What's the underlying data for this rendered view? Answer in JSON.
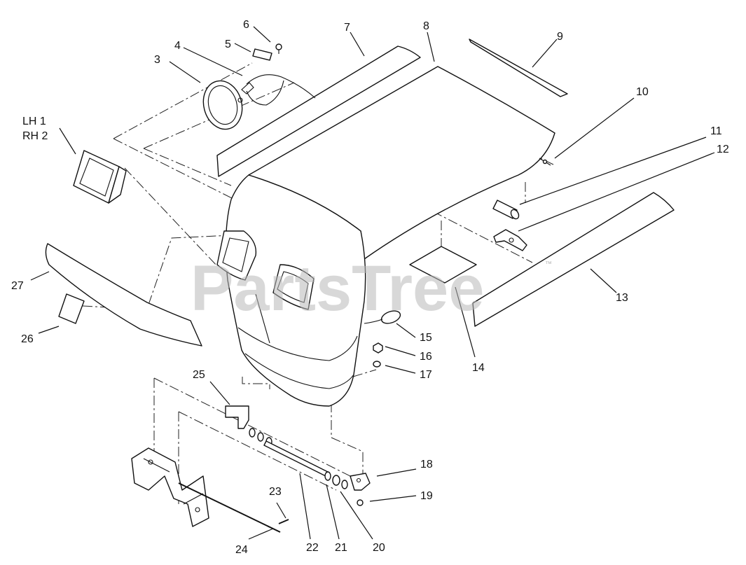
{
  "watermark": {
    "text": "PartsTree",
    "trademark": "™"
  },
  "callouts": {
    "lh1": "LH 1",
    "rh2": "RH 2",
    "c3": "3",
    "c4": "4",
    "c5": "5",
    "c6": "6",
    "c7": "7",
    "c8": "8",
    "c9": "9",
    "c10": "10",
    "c11": "11",
    "c12": "12",
    "c13": "13",
    "c14": "14",
    "c15": "15",
    "c16": "16",
    "c17": "17",
    "c18": "18",
    "c19": "19",
    "c20": "20",
    "c21": "21",
    "c22": "22",
    "c23": "23",
    "c24": "24",
    "c25": "25",
    "c26": "26",
    "c27": "27"
  }
}
